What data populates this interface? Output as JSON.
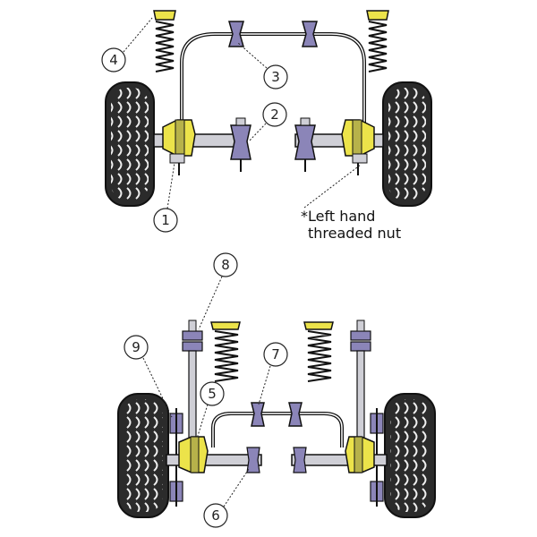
{
  "diagram": {
    "colors": {
      "tyre": "#2b2b2b",
      "tread": "#f0f0f0",
      "bush_yellow": "#ece34a",
      "bush_purple": "#8b85b8",
      "metal": "#cfcfd6",
      "outline": "#111111"
    },
    "callouts": [
      {
        "id": "1",
        "label": "1"
      },
      {
        "id": "2",
        "label": "2"
      },
      {
        "id": "3",
        "label": "3"
      },
      {
        "id": "4",
        "label": "4"
      },
      {
        "id": "5",
        "label": "5"
      },
      {
        "id": "6",
        "label": "6"
      },
      {
        "id": "7",
        "label": "7"
      },
      {
        "id": "8",
        "label": "8"
      },
      {
        "id": "9",
        "label": "9"
      }
    ],
    "note": {
      "line1": "*Left hand",
      "line2": "threaded nut"
    }
  }
}
